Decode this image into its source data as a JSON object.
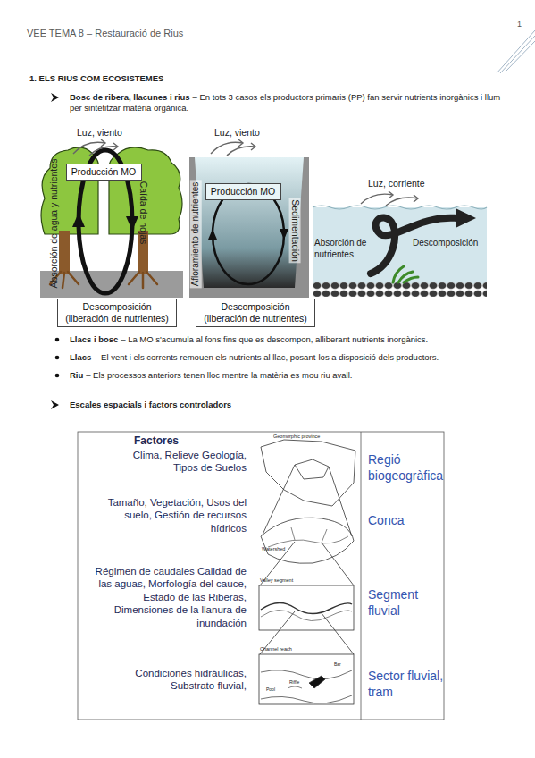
{
  "diagram": {
    "title": "VEE TEMA 8 – Restauració de Rius",
    "nodes": [
      {
        "text": [
          "Producción MO"
        ]
      },
      {
        "text": [
          "Descomposición (liberación de nutrientes)"
        ]
      },
      {
        "text": [
          "Producción MO"
        ]
      },
      {
        "text": [
          "Descomposición (liberación de nutrientes)"
        ]
      }
    ],
    "labels": [
      "1",
      "1. ELS RIUS COM ECOSISTEMES",
      "Bosc de ribera, llacunes i rius",
      "– En tots 3 casos els productors primaris (PP) fan servir nutrients inorgànics i llum per sintetitzar matèria orgànica.",
      "Luz, viento",
      "Absorción de agua y nutrientes",
      "Caída de hojas",
      "Luz, viento",
      "Afloramiento de nutrientes",
      "Sedimentación",
      "Luz, corriente",
      "Absorción de nutrientes",
      "Descomposición",
      "Llacs i bosc",
      "– La MO s'acumula al fons fins que es descompon, alliberant nutrients inorgànics.",
      "Llacs",
      "– El vent i els corrents remouen els nutrients al llac, posant-los a disposició dels productors.",
      "Riu",
      "– Els processos anteriors tenen lloc mentre la matèria es mou riu avall.",
      "Escales espacials i factors controladors",
      "Factores",
      "Clima, Relieve Geología, Tipos de Suelos",
      "Tamaño, Vegetación, Usos del suelo, Gestión de recursos hídricos",
      "Régimen de caudales Calidad de las aguas, Morfología del cauce, Estado de las Riberas, Dimensiones de la llanura de inundación",
      "Condiciones hidráulicas, Substrato fluvial,",
      "Geomorphic province",
      "Watershed",
      "Valley segment",
      "Channel reach",
      "Pool",
      "Riffle",
      "Bar",
      "Regió biogeogràfica",
      "Conca",
      "Segment fluvial",
      "Sector fluvial, tram"
    ]
  }
}
